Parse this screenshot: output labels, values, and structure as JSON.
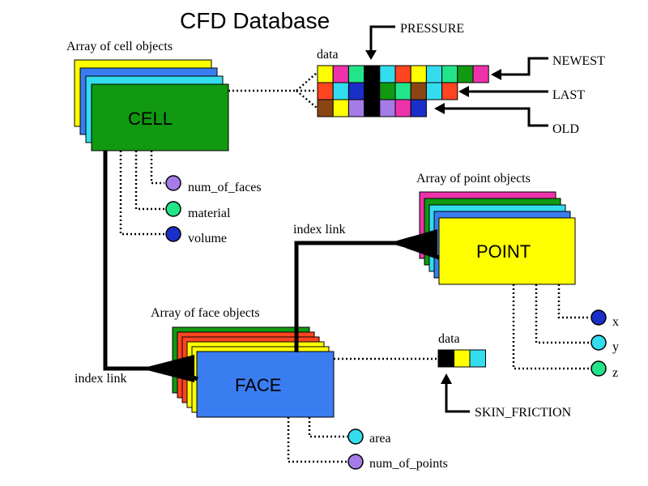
{
  "title": "CFD Database",
  "cell": {
    "array_label": "Array of cell objects",
    "box_label": "CELL",
    "stack_colors": [
      "#ffff00",
      "#3a7df0",
      "#33ddee",
      "#119911"
    ],
    "attributes": [
      {
        "label": "num_of_faces",
        "color": "#a57be8"
      },
      {
        "label": "material",
        "color": "#22e58a"
      },
      {
        "label": "volume",
        "color": "#1a2ec8"
      }
    ]
  },
  "point": {
    "array_label": "Array of point objects",
    "box_label": "POINT",
    "stack_colors": [
      "#ee33aa",
      "#119911",
      "#33ddee",
      "#3a7df0",
      "#ffff00"
    ],
    "attributes": [
      {
        "label": "x",
        "color": "#1a2ec8"
      },
      {
        "label": "y",
        "color": "#33ddee"
      },
      {
        "label": "z",
        "color": "#22e58a"
      }
    ]
  },
  "face": {
    "array_label": "Array of face objects",
    "box_label": "FACE",
    "stack_colors": [
      "#119911",
      "#ff4422",
      "#ff4422",
      "#ffff00",
      "#ffff00",
      "#3a7df0"
    ],
    "attributes": [
      {
        "label": "area",
        "color": "#33ddee"
      },
      {
        "label": "num_of_points",
        "color": "#a57be8"
      }
    ]
  },
  "cell_data": {
    "label": "data",
    "rows": [
      {
        "label": "NEWEST",
        "colors": [
          "#ffff00",
          "#ee33aa",
          "#22e58a",
          "#000000",
          "#33ddee",
          "#ff4422",
          "#ffff00",
          "#33ddee",
          "#22e58a",
          "#119911",
          "#ee33aa"
        ]
      },
      {
        "label": "LAST",
        "colors": [
          "#ff4422",
          "#33ddee",
          "#1a2ec8",
          "#000000",
          "#119911",
          "#22e58a",
          "#8b4513",
          "#33ddee",
          "#ff4422"
        ]
      },
      {
        "label": "OLD",
        "colors": [
          "#8b4513",
          "#ffff00",
          "#a57be8",
          "#000000",
          "#a57be8",
          "#ee33aa",
          "#1a2ec8"
        ]
      }
    ],
    "column_label": "PRESSURE"
  },
  "face_data": {
    "label": "data",
    "colors": [
      "#000000",
      "#ffff00",
      "#33ddee"
    ],
    "caption": "SKIN_FRICTION"
  },
  "index_link_top": "index link",
  "index_link_bottom": "index link"
}
